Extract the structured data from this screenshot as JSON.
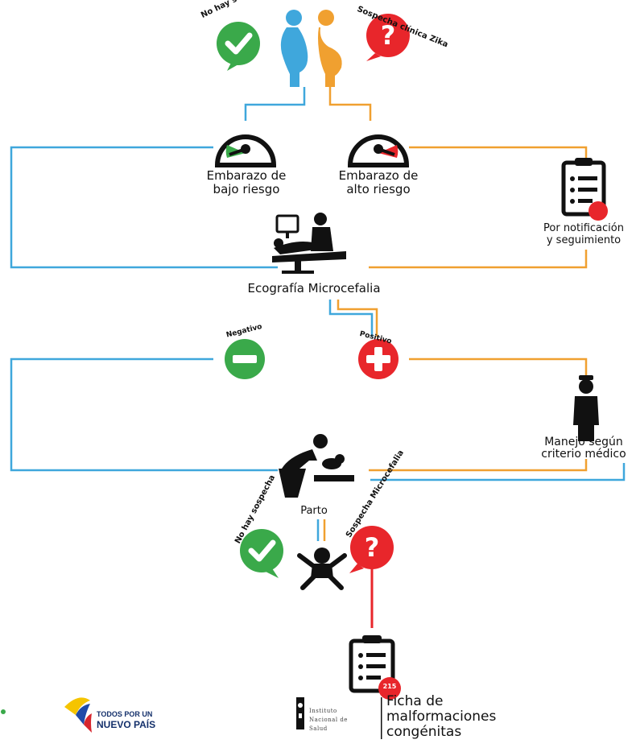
{
  "diagram": {
    "top_left_badge": "No hay sospecha",
    "top_right_badge": "Sospecha clínica Zika",
    "gauge_low": [
      "Embarazo de",
      "bajo riesgo"
    ],
    "gauge_high": [
      "Embarazo de",
      "alto riesgo"
    ],
    "notification": [
      "Por notificación",
      "y seguimiento"
    ],
    "ultrasound": "Ecografía Microcefalia",
    "negative": "Negativo",
    "positive": "Positivo",
    "medical": [
      "Manejo según",
      "criterio médico"
    ],
    "birth": "Parto",
    "bottom_left_badge": "No hay sospecha",
    "bottom_right_badge": "Sospecha Microcefalia",
    "form_code": "215",
    "footer_title": [
      "Ficha de",
      "malformaciones",
      "congénitas"
    ],
    "institute": [
      "Instituto",
      "Nacional de",
      "Salud"
    ],
    "gov_logo": [
      "TODOS POR UN",
      "NUEVO PAÍS"
    ]
  },
  "colors": {
    "blue": "#3fa7dc",
    "orange": "#f0a030",
    "red": "#e8262b",
    "green": "#3aa94a",
    "dark": "#111111"
  }
}
